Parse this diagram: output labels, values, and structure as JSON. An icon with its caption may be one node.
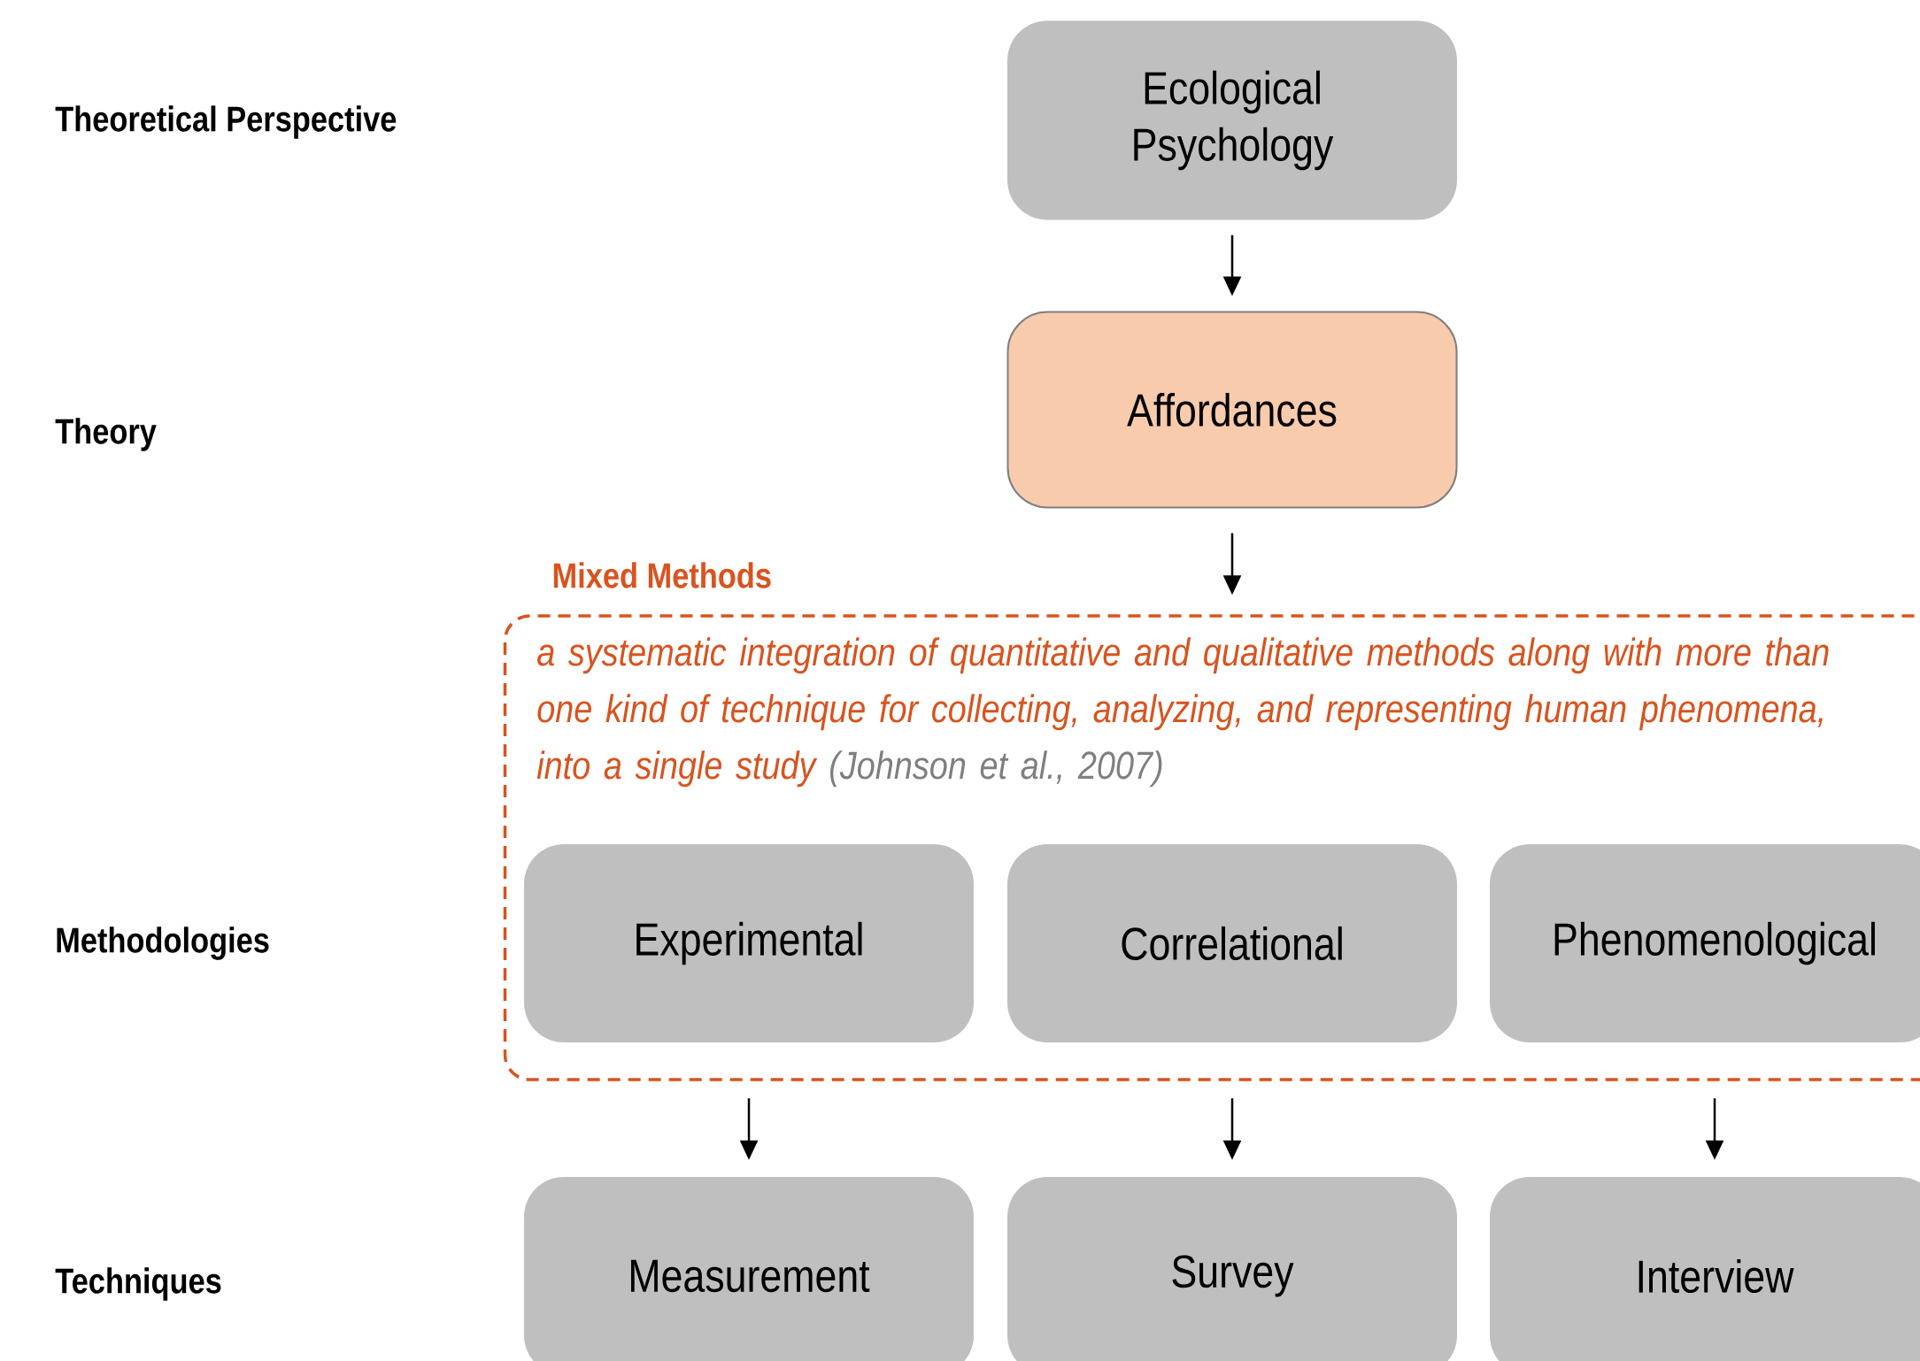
{
  "diagram": {
    "nodes": [
      {
        "text": [
          "Ecological Psychology"
        ]
      },
      {
        "text": [
          "Affordances"
        ]
      },
      {
        "text": [
          "Mixed Methods",
          "a systematic integration of quantitative and qualitative methods along with more than one kind of technique for collecting, analyzing, and representing human phenomena, into a single study",
          "(Johnson et al., 2007)"
        ]
      },
      {
        "text": [
          "Experimental"
        ],
        "in": 2
      },
      {
        "text": [
          "Correlational"
        ],
        "in": 2
      },
      {
        "text": [
          "Phenomenological"
        ],
        "in": 2
      },
      {
        "text": [
          "Measurement"
        ]
      },
      {
        "text": [
          "Survey"
        ]
      },
      {
        "text": [
          "Interview"
        ]
      }
    ],
    "edges": [
      {
        "from": 0,
        "to": 1,
        "arrow": "to"
      },
      {
        "from": 1,
        "to": 2,
        "arrow": "to"
      },
      {
        "from": 3,
        "to": 6,
        "arrow": "to"
      },
      {
        "from": 4,
        "to": 7,
        "arrow": "to"
      },
      {
        "from": 5,
        "to": 8,
        "arrow": "to"
      }
    ],
    "labels": [
      "Theoretical Perspective",
      "Theory",
      "Methodologies",
      "Techniques"
    ]
  }
}
